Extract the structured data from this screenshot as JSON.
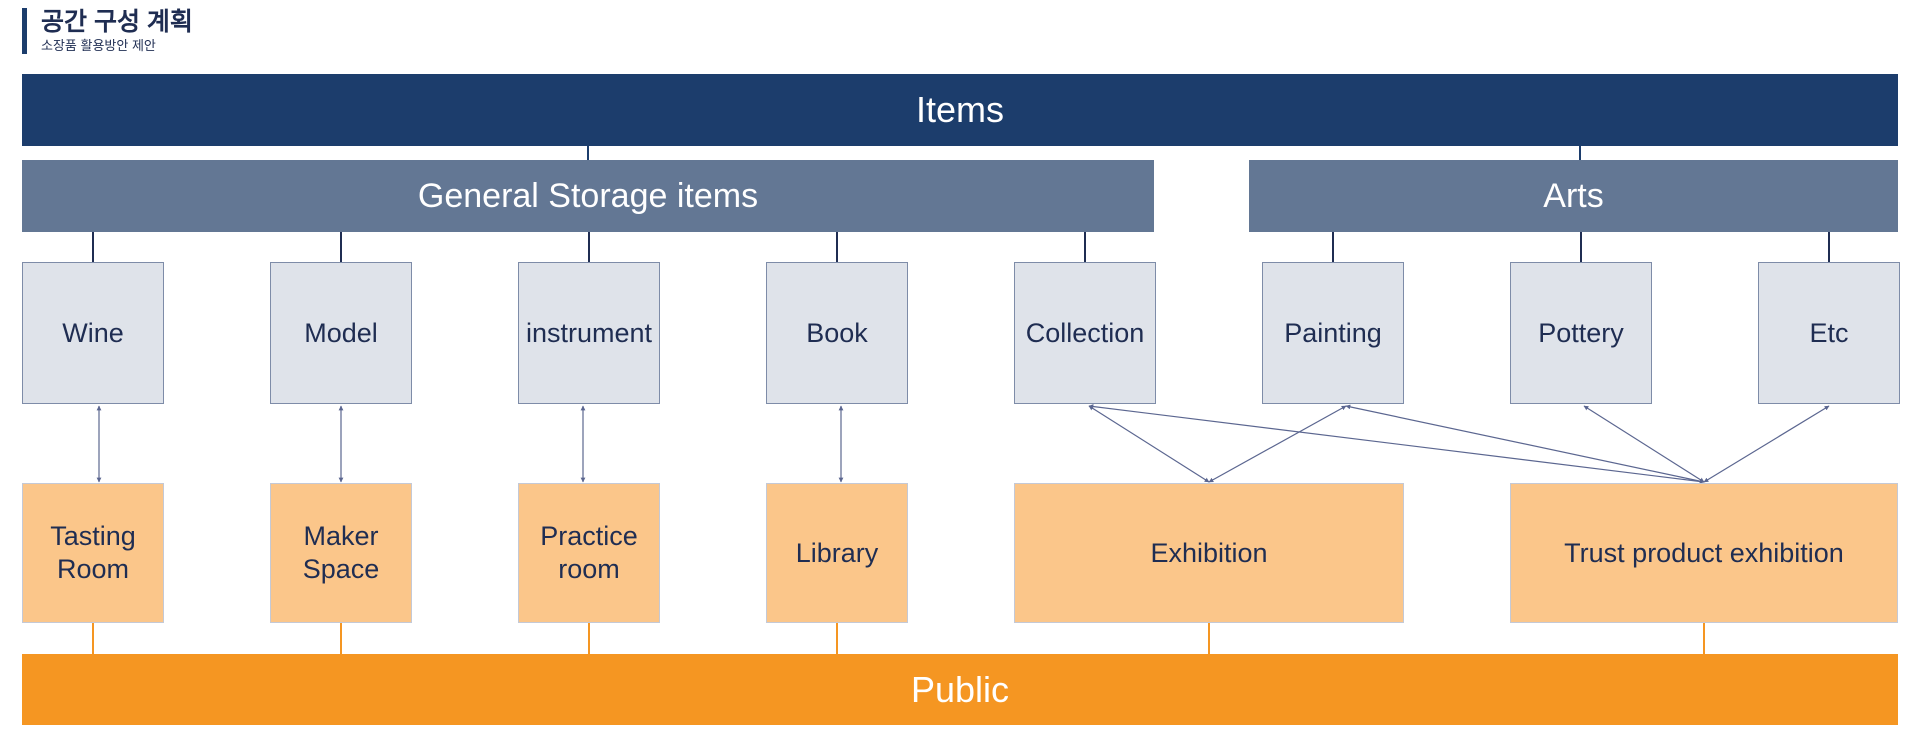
{
  "header": {
    "title": "공간 구성 계획",
    "subtitle": "소장품 활용방안 제안"
  },
  "diagram": {
    "root": "Items",
    "groups": [
      "General Storage items",
      "Arts"
    ],
    "categories": [
      "Wine",
      "Model",
      "instrument",
      "Book",
      "Collection",
      "Painting",
      "Pottery",
      "Etc"
    ],
    "spaces": [
      "Tasting\nRoom",
      "Maker\nSpace",
      "Practice\nroom",
      "Library",
      "Exhibition",
      "Trust product exhibition"
    ],
    "bottom": "Public"
  },
  "colors": {
    "root": "#1c3d6c",
    "group": "#637794",
    "category_fill": "#dfe3ea",
    "space_fill": "#fbc68a",
    "public": "#f59622",
    "text_dark": "#1f2d52"
  }
}
